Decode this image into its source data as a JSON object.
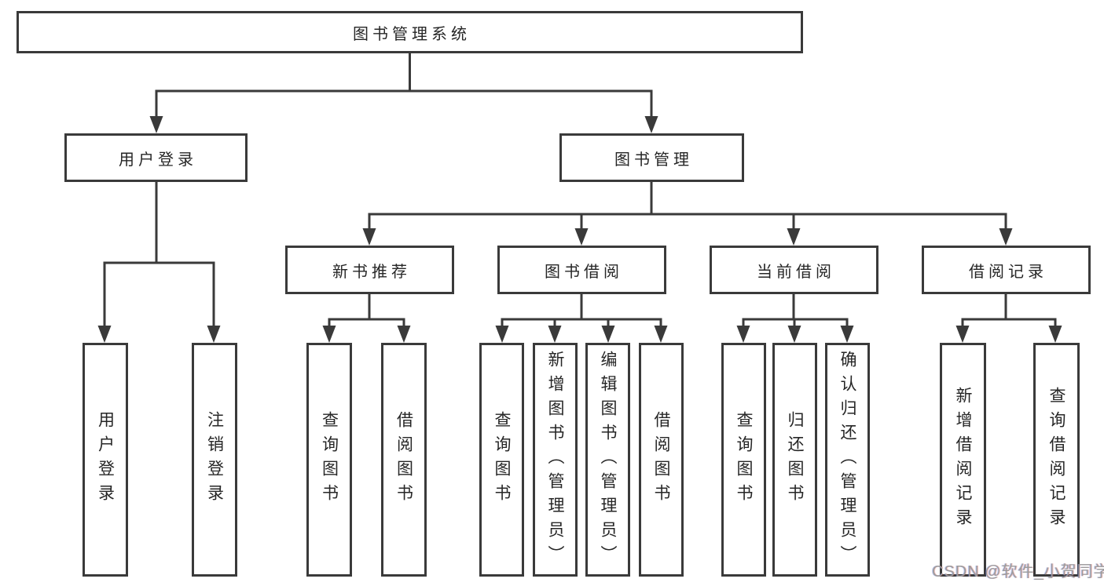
{
  "diagram": {
    "title": "图书管理系统",
    "root": {
      "label": "图书管理系统"
    },
    "level2": [
      {
        "label": "用户登录"
      },
      {
        "label": "图书管理"
      }
    ],
    "level3": [
      {
        "label": "新书推荐"
      },
      {
        "label": "图书借阅"
      },
      {
        "label": "当前借阅"
      },
      {
        "label": "借阅记录"
      }
    ],
    "leaves": [
      {
        "label": "用户登录",
        "parent": "用户登录"
      },
      {
        "label": "注销登录",
        "parent": "用户登录"
      },
      {
        "label": "查询图书",
        "parent": "新书推荐"
      },
      {
        "label": "借阅图书",
        "parent": "新书推荐"
      },
      {
        "label": "查询图书",
        "parent": "图书借阅"
      },
      {
        "label": "新增图书（管理员）",
        "parent": "图书借阅"
      },
      {
        "label": "编辑图书（管理员）",
        "parent": "图书借阅"
      },
      {
        "label": "借阅图书",
        "parent": "图书借阅"
      },
      {
        "label": "查询图书",
        "parent": "当前借阅"
      },
      {
        "label": "归还图书",
        "parent": "当前借阅"
      },
      {
        "label": "确认归还（管理员）",
        "parent": "当前借阅"
      },
      {
        "label": "新增借阅记录",
        "parent": "借阅记录"
      },
      {
        "label": "查询借阅记录",
        "parent": "借阅记录"
      }
    ]
  },
  "watermark": {
    "text": "CSDN @软件_小贺同学"
  },
  "colors": {
    "line": "#3a3a3a",
    "border": "#3a3a3a",
    "text": "#262626",
    "watermark": "#9c9c9c",
    "background": "#ffffff"
  }
}
